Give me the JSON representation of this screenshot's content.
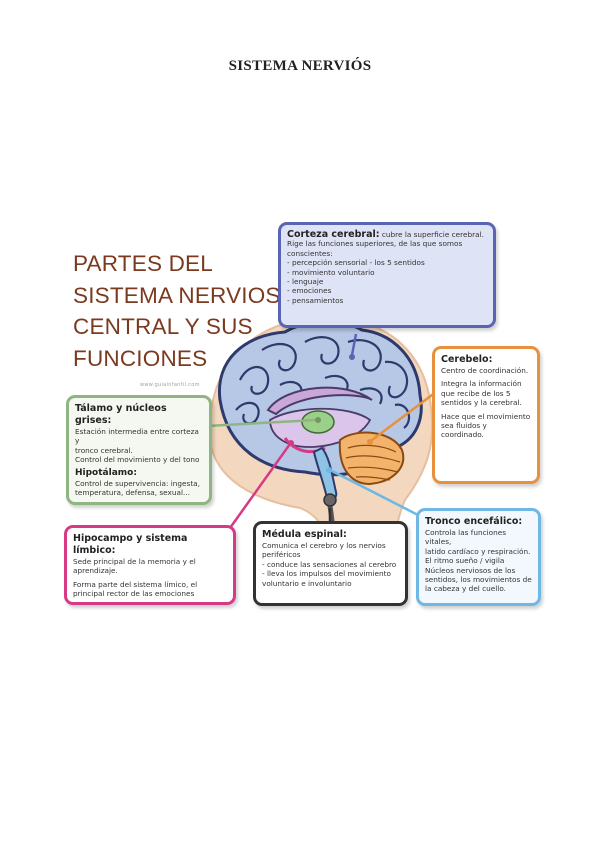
{
  "page": {
    "title": "SISTEMA NERVIÓS"
  },
  "diagram": {
    "title_lines": [
      "PARTES DEL",
      "SISTEMA NERVIOSO",
      "CENTRAL Y SUS",
      "FUNCIONES"
    ],
    "watermark": "www.guiainfantil.com"
  },
  "colors": {
    "title": "#7b3a1f",
    "corteza": "#5a64b4",
    "cerebelo": "#e8913c",
    "talamo": "#8fb583",
    "hipocampo": "#d63a86",
    "medula": "#333333",
    "tronco": "#6fb7e5"
  },
  "boxes": {
    "corteza": {
      "heading": "Corteza cerebral:",
      "heading_rest": " cubre la superficie cerebral.",
      "lines": [
        "Rige las funciones superiores, de las que somos",
        "conscientes:",
        "- percepción sensorial - los 5 sentidos",
        "- movimiento voluntario",
        "- lenguaje",
        "- emociones",
        "- pensamientos"
      ]
    },
    "cerebelo": {
      "heading": "Cerebelo:",
      "lines1": [
        "Centro de coordinación."
      ],
      "lines2": [
        "Integra la información",
        "que recibe de los 5",
        "sentidos y la cerebral."
      ],
      "lines3": [
        "Hace que el movimiento",
        "sea fluidos y coordinado."
      ]
    },
    "talamo": {
      "heading": "Tálamo y núcleos grises:",
      "lines1": [
        "Estación intermedia entre corteza y",
        "tronco cerebral.",
        "Control del movimiento y del tono"
      ],
      "heading2": "Hipotálamo:",
      "lines2": [
        "Control de supervivencia: ingesta,",
        "temperatura, defensa, sexual..."
      ]
    },
    "hipocampo": {
      "heading": "Hipocampo y sistema límbico:",
      "lines1": [
        "Sede principal de la memoria y el",
        "aprendizaje."
      ],
      "lines2": [
        "Forma parte del sistema límico, el",
        "principal rector de las emociones"
      ]
    },
    "medula": {
      "heading": "Médula espinal:",
      "lines": [
        "Comunica el cerebro y los nervios",
        "periféricos",
        "- conduce las sensaciones al cerebro",
        "- lleva los impulsos del movimiento",
        "voluntario e involuntario"
      ]
    },
    "tronco": {
      "heading": "Tronco encefálico:",
      "lines": [
        "Controla las funciones vitales,",
        "latido cardíaco y respiración.",
        "El ritmo sueño / vigila",
        "Núcleos nerviosos de los",
        "sentidos, los movimientos de",
        "la cabeza y del cuello."
      ]
    }
  }
}
